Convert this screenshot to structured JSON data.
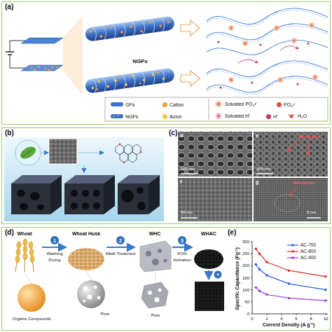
{
  "diagram": {
    "nodes": [
      {
        "text": [
          "(a)"
        ]
      },
      {
        "text": [
          "(b)",
          "(c)"
        ]
      },
      {
        "text": [
          "(d)",
          "(e)"
        ]
      }
    ],
    "labels": [
      "NGFs",
      "d",
      "100 nm",
      "e",
      "100 nm",
      "Mesopores",
      "f",
      "50 nm",
      "g",
      "5 nm",
      "Mesopores",
      "Wheat",
      "1",
      "Washing",
      "Drying",
      "Wheat Husk",
      "2",
      "Alkali Treatment",
      "WHC",
      "3",
      "KOH",
      "Activation",
      "WHAC",
      "4",
      "Organic Compounds",
      "Pore",
      "Pore",
      "Specific Capacitance (Fg⁻¹)",
      "Current Density (A g⁻¹)",
      "0",
      "50",
      "100",
      "150",
      "200",
      "250",
      "300",
      "0",
      "2",
      "4",
      "6",
      "8",
      "10"
    ],
    "legend": [
      {
        "text": "GFs"
      },
      {
        "text": "Cation",
        "color": "#f39c3a"
      },
      {
        "text": "NGFs"
      },
      {
        "text": "Acion",
        "color": "#f2c94c"
      },
      {
        "text": "Solvated PO₄³⁻"
      },
      {
        "text": "PO₄³⁻",
        "color": "#e04a3a"
      },
      {
        "text": "Solvated H⁺"
      },
      {
        "text": "H⁺",
        "color": "#c03a6a"
      },
      {
        "text": "H₂O"
      },
      {
        "text": "AC-700"
      },
      {
        "text": "AC-800"
      },
      {
        "text": "AC-900"
      }
    ]
  }
}
